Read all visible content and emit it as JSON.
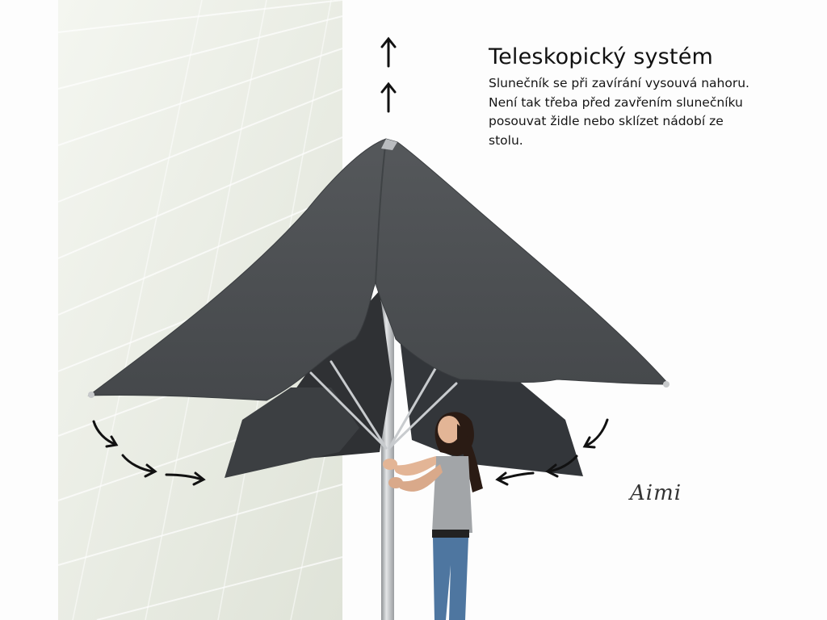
{
  "caption": {
    "title": "Teleskopický systém",
    "lines": [
      "Slunečník se při zavírání vysouvá nahoru.",
      "Není tak třeba před zavřením slunečníku",
      "posouvat židle nebo sklízet nádobí ze",
      "stolu."
    ]
  },
  "signature": "Aimi",
  "colors": {
    "canopy": "#4a4d50",
    "canopy_shadow": "#2e3033",
    "pole": "#b9bcbf",
    "arrow": "#111111",
    "background_panel": "#e9ece3"
  },
  "icons": [
    "up-arrow-icon",
    "curved-arrow-icon"
  ]
}
